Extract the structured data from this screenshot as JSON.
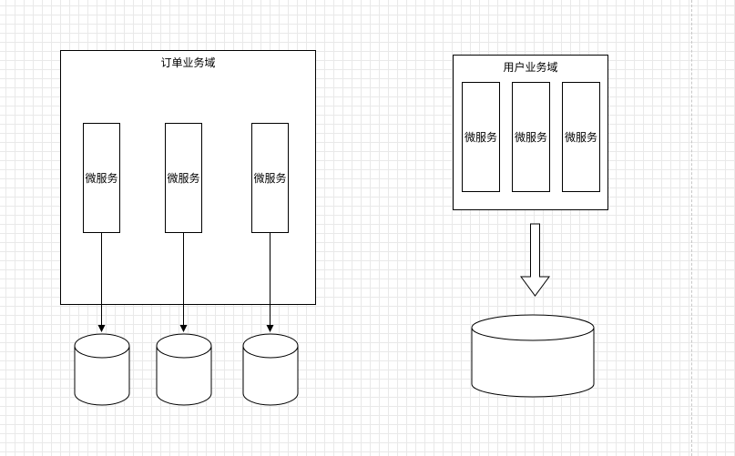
{
  "order_domain": {
    "title": "订单业务域",
    "services": [
      {
        "label": "微服务"
      },
      {
        "label": "微服务"
      },
      {
        "label": "微服务"
      }
    ],
    "databases": 3
  },
  "user_domain": {
    "title": "用户业务域",
    "services": [
      {
        "label": "微服务"
      },
      {
        "label": "微服务"
      },
      {
        "label": "微服务"
      }
    ],
    "databases": 1
  },
  "colors": {
    "stroke": "#000000",
    "fill": "#ffffff",
    "grid": "#e9e9e9"
  }
}
